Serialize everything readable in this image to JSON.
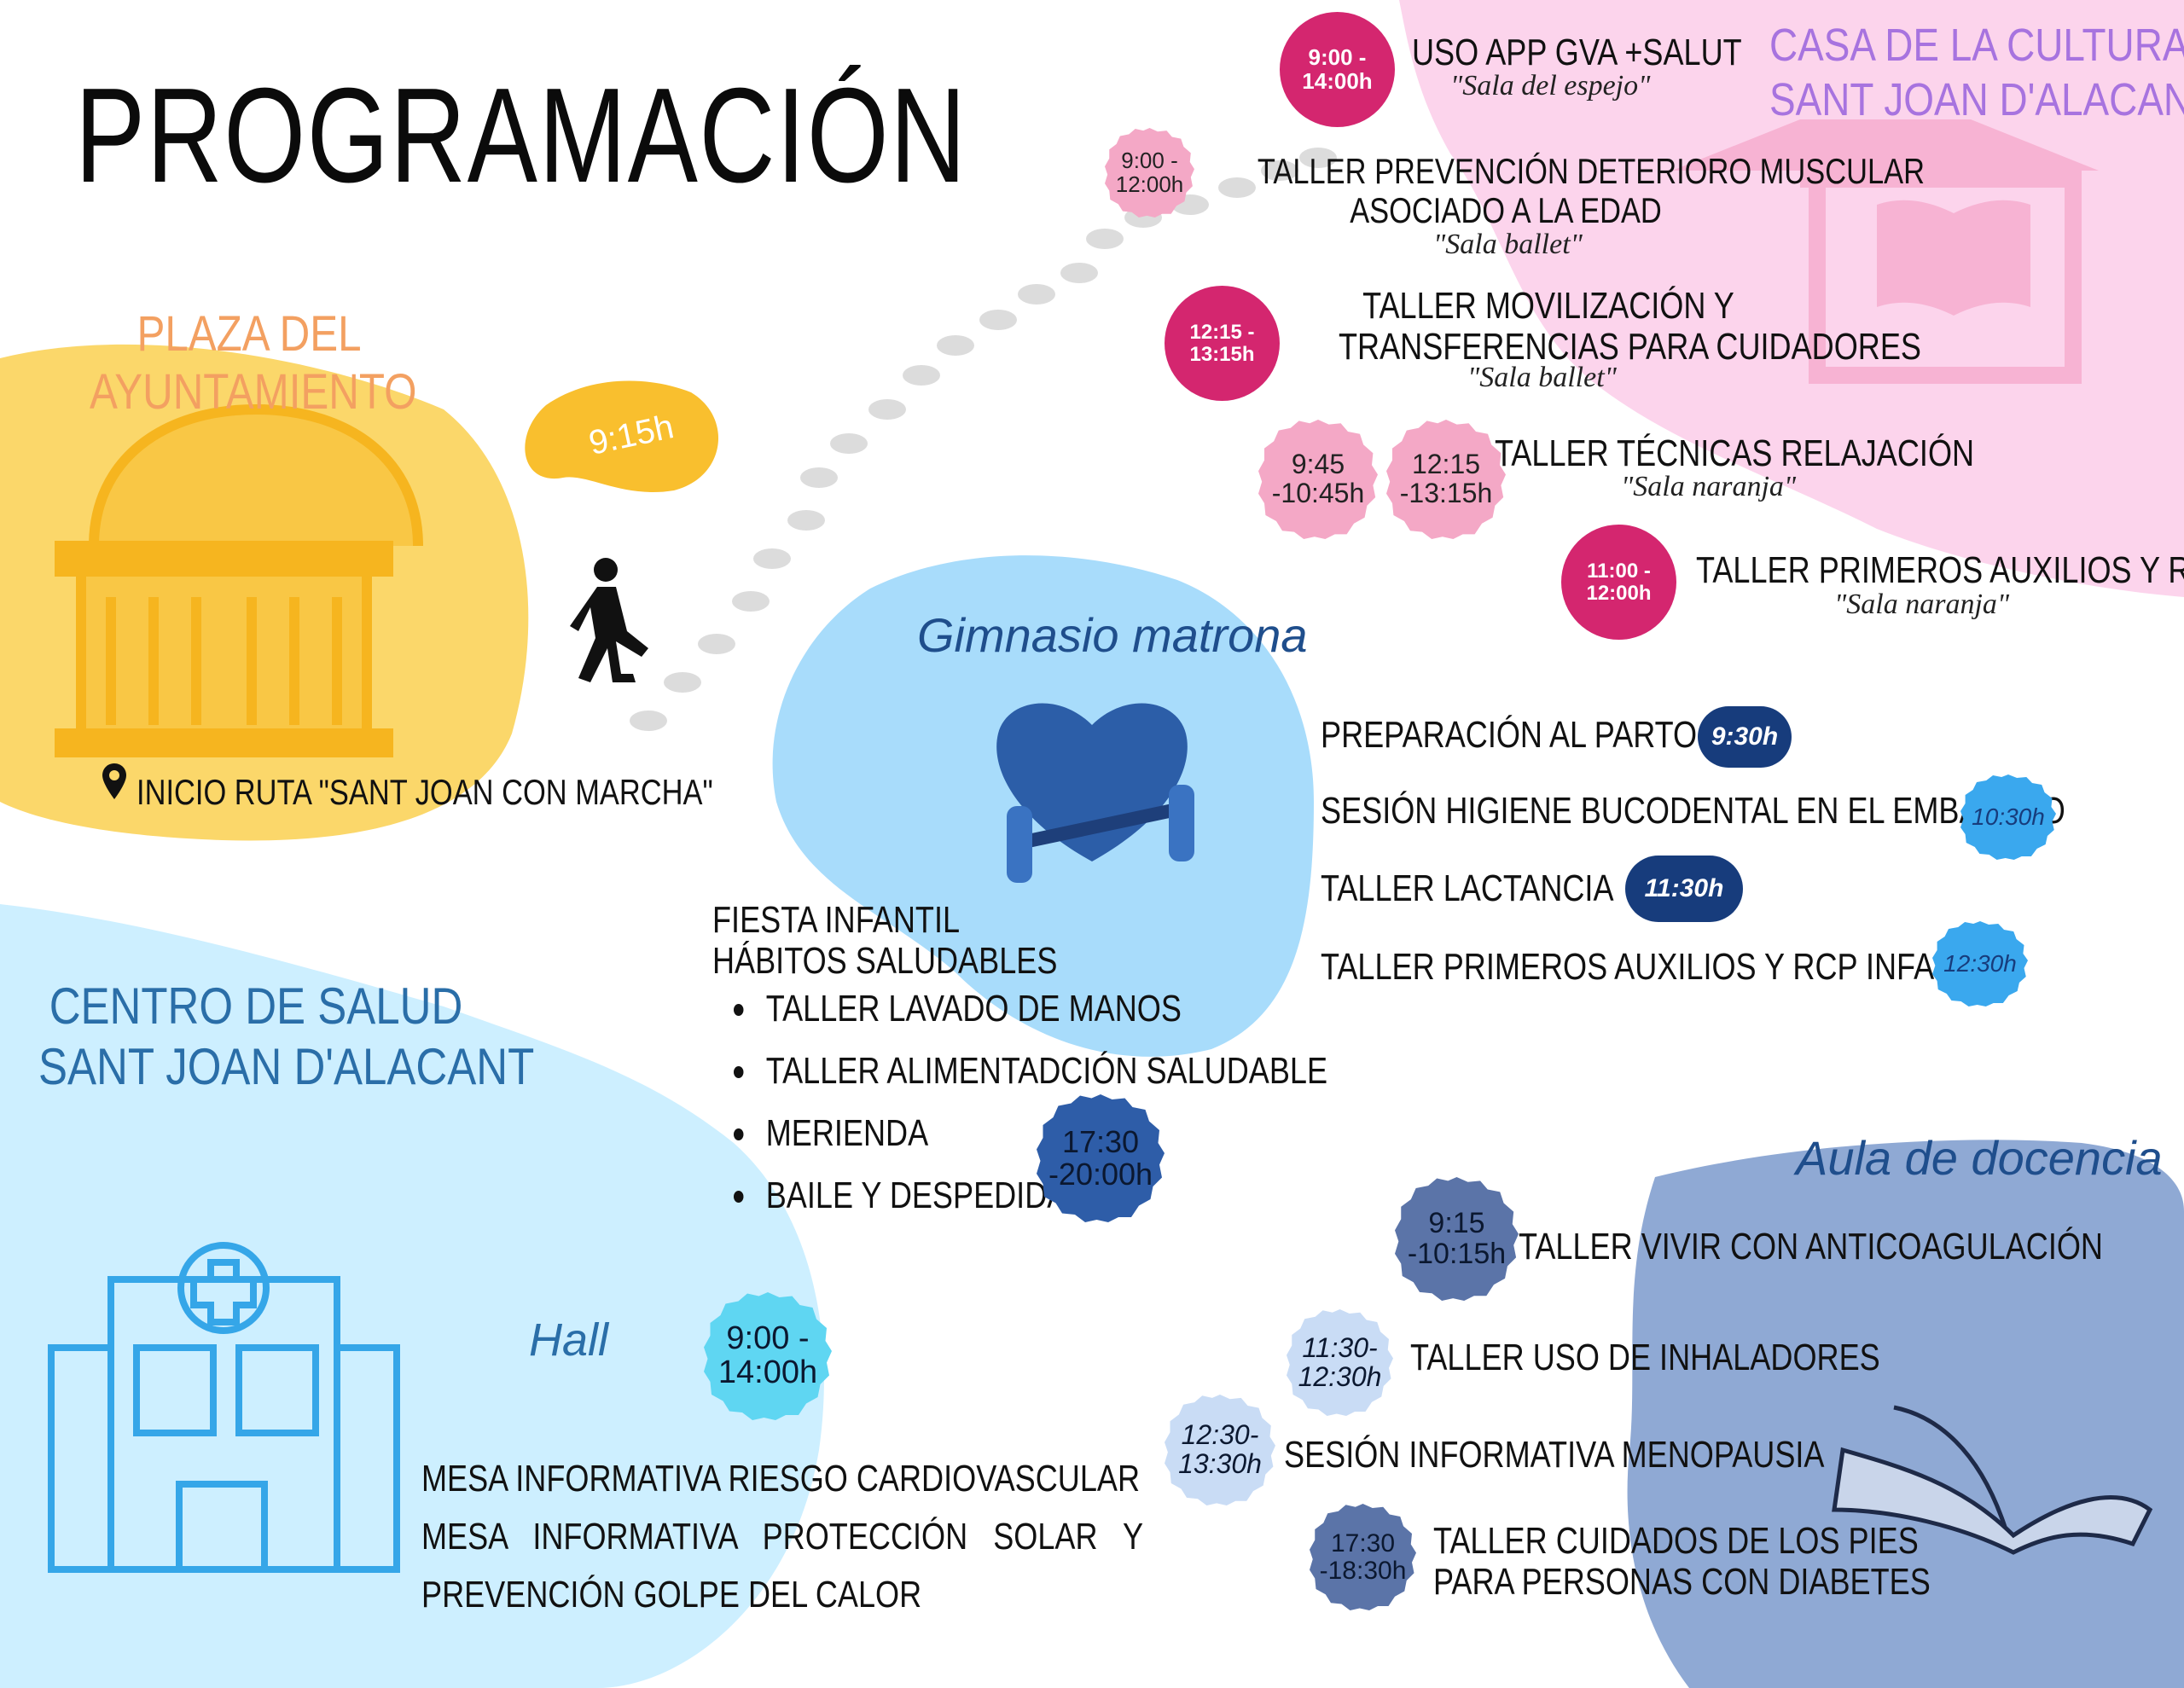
{
  "title": "PROGRAMACIÓN",
  "colors": {
    "yellow_blob": "#fbd76a",
    "pink_blob": "#fcd4ec",
    "light_blue_blob": "#cdefff",
    "gym_blob": "#a8dcfb",
    "aula_blob": "#8fa9d4",
    "orange_text": "#f3a061",
    "purple_text": "#a773df",
    "magenta_badge": "#d4266f",
    "pink_badge": "#f4a8c6",
    "navy_badge": "#173c7c",
    "sky_badge": "#3aa8ee"
  },
  "plaza": {
    "title_line1": "PLAZA DEL",
    "title_line2": "AYUNTAMIENTO",
    "time": "9:15h",
    "route_label": "INICIO RUTA \"SANT JOAN CON MARCHA\"",
    "icon": "town-hall-icon"
  },
  "casa": {
    "title_line1": "CASA DE LA CULTURA",
    "title_line2": "SANT JOAN D'ALACANT",
    "events": [
      {
        "time": "9:00 - 14:00h",
        "title_line1": "USO APP GVA +SALUT",
        "title_line2": "",
        "room": "\"Sala del espejo\""
      },
      {
        "time": "9:00 - 12:00h",
        "title_line1": "TALLER PREVENCIÓN DETERIORO MUSCULAR",
        "title_line2": "ASOCIADO A LA EDAD",
        "room": "\"Sala ballet\""
      },
      {
        "time": "12:15 - 13:15h",
        "title_line1": "TALLER MOVILIZACIÓN Y",
        "title_line2": "TRANSFERENCIAS PARA CUIDADORES",
        "room": "\"Sala ballet\""
      },
      {
        "time": "9:45 -10:45h",
        "time2": "12:15 -13:15h",
        "title_line1": "TALLER TÉCNICAS RELAJACIÓN",
        "title_line2": "",
        "room": "\"Sala naranja\""
      },
      {
        "time": "11:00 - 12:00h",
        "title_line1": "TALLER PRIMEROS AUXILIOS Y RCP",
        "title_line2": "",
        "room": "\"Sala naranja\""
      }
    ]
  },
  "gimnasio": {
    "title": "Gimnasio matrona",
    "events": [
      {
        "title": "PREPARACIÓN AL PARTO",
        "time": "9:30h"
      },
      {
        "title": "SESIÓN HIGIENE BUCODENTAL EN EL EMBARAZO",
        "time": "10:30h"
      },
      {
        "title": "TALLER LACTANCIA",
        "time": "11:30h"
      },
      {
        "title": "TALLER PRIMEROS AUXILIOS Y RCP INFANTIL",
        "time": "12:30h"
      }
    ]
  },
  "fiesta": {
    "title_line1": "FIESTA INFANTIL",
    "title_line2": "HÁBITOS SALUDABLES",
    "items": [
      "TALLER LAVADO DE MANOS",
      "TALLER ALIMENTADCIÓN SALUDABLE",
      "MERIENDA",
      "BAILE Y DESPEDIDA"
    ],
    "time": "17:30 -20:00h"
  },
  "centro": {
    "title_line1": "CENTRO DE SALUD",
    "title_line2": "SANT JOAN D'ALACANT",
    "hall": "Hall",
    "hall_time": "9:00 - 14:00h",
    "hall_line1": "MESA INFORMATIVA RIESGO CARDIOVASCULAR",
    "hall_line2": "MESA   INFORMATIVA   PROTECCIÓN   SOLAR   Y",
    "hall_line3": "PREVENCIÓN GOLPE DEL CALOR"
  },
  "aula": {
    "title": "Aula de docencia",
    "events": [
      {
        "time": "9:15 -10:15h",
        "title_line1": "TALLER VIVIR CON ANTICOAGULACIÓN",
        "title_line2": ""
      },
      {
        "time": "11:30- 12:30h",
        "title_line1": "TALLER USO DE INHALADORES",
        "title_line2": ""
      },
      {
        "time": "12:30- 13:30h",
        "title_line1": "SESIÓN INFORMATIVA MENOPAUSIA",
        "title_line2": ""
      },
      {
        "time": "17:30 -18:30h",
        "title_line1": "TALLER CUIDADOS DE LOS PIES",
        "title_line2": "PARA PERSONAS CON DIABETES"
      }
    ]
  }
}
